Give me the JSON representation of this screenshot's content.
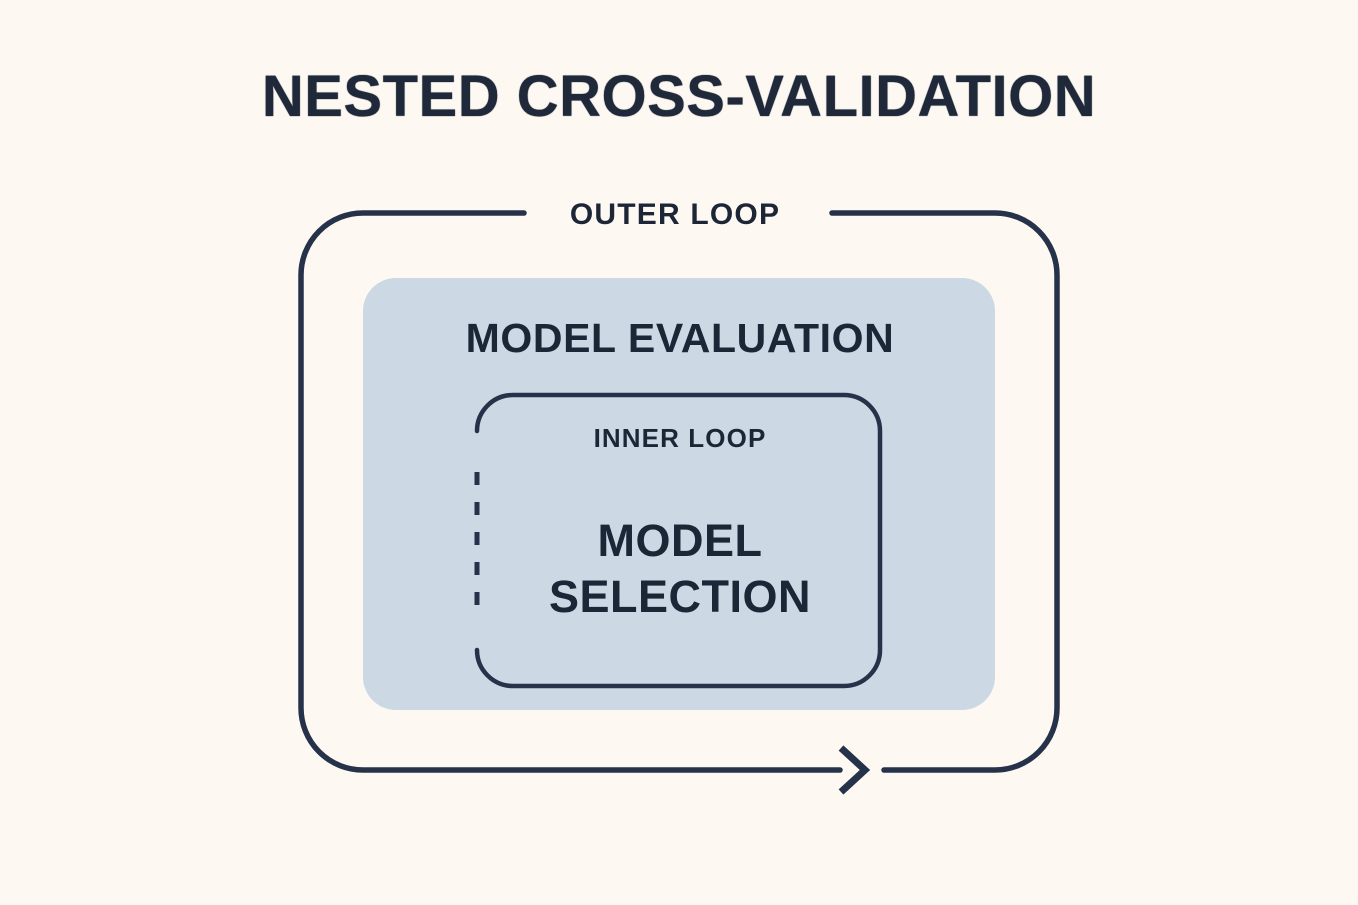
{
  "page": {
    "background_color": "#fdf9f2",
    "stroke_color": "#26324a",
    "text_color": "#1d2636",
    "panel_color": "#ccd9e4"
  },
  "diagram": {
    "title": "NESTED CROSS-VALIDATION",
    "type": "nested-box-diagram",
    "outer_loop": {
      "label": "OUTER LOOP",
      "style": "solid-rounded-rect-with-arrow",
      "arrow_direction": "right",
      "arrow_position": "bottom-edge"
    },
    "evaluation_panel": {
      "label": "MODEL EVALUATION",
      "fill": "#ccd9e4",
      "style": "filled-rounded-rect"
    },
    "inner_loop": {
      "label": "INNER LOOP",
      "style": "rounded-rect-dashed-left-edge",
      "content_lines": [
        "MODEL",
        "SELECTION"
      ]
    }
  }
}
